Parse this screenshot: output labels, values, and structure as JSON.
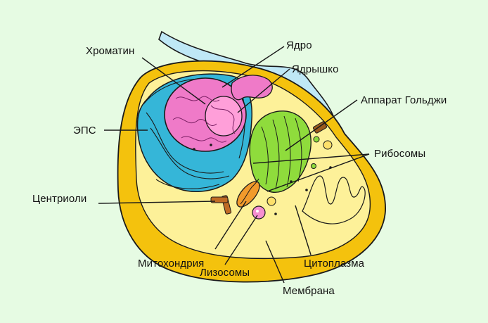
{
  "diagram": {
    "labels": {
      "chromatin": "Хроматин",
      "nucleus": "Ядро",
      "nucleolus": "Ядрышко",
      "golgi": "Аппарат Гольджи",
      "er": "ЭПС",
      "ribosomes": "Рибосомы",
      "centrioles": "Центриоли",
      "mitochondria": "Митохондрия",
      "lysosomes": "Лизосомы",
      "cytoplasm": "Цитоплазма",
      "membrane": "Мембрана"
    },
    "colors": {
      "background": "#e6fbe3",
      "membrane": "#f4c20d",
      "cytoplasm": "#fdf199",
      "er": "#35b6d8",
      "nucleus": "#ef7ac8",
      "nucleolus": "#ff9fd9",
      "golgi": "#8fdc3c",
      "mitochondria": "#f19a2b",
      "lysosome": "#f68fd0",
      "flagellum": "#bfe8f6",
      "outline": "#1a1a1a"
    }
  }
}
